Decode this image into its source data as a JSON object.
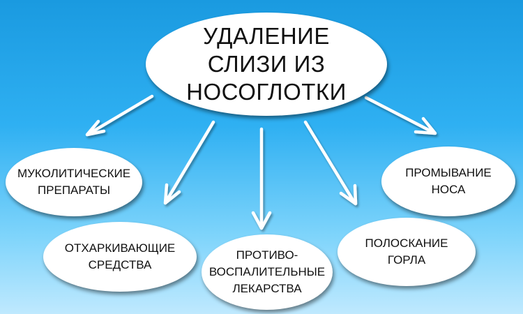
{
  "diagram": {
    "center": "УДАЛЕНИЕ\nСЛИЗИ ИЗ\nНОСОГЛОТКИ",
    "nodes": [
      {
        "label": "МУКОЛИТИЧЕСКИЕ\nПРЕПАРАТЫ"
      },
      {
        "label": "ОТХАРКИВАЮЩИЕ\nСРЕДСТВА"
      },
      {
        "label": "ПРОТИВО-\nВОСПАЛИТЕЛЬНЫЕ\nЛЕКАРСТВА"
      },
      {
        "label": "ПОЛОСКАНИЕ\nГОРЛА"
      },
      {
        "label": "ПРОМЫВАНИЕ\nНОСА"
      }
    ],
    "colors": {
      "background_top": "#1a9ae0",
      "background_bottom": "#bfe9fe",
      "node_fill": "#ffffff",
      "arrow": "#ffffff",
      "text": "#111111"
    }
  }
}
